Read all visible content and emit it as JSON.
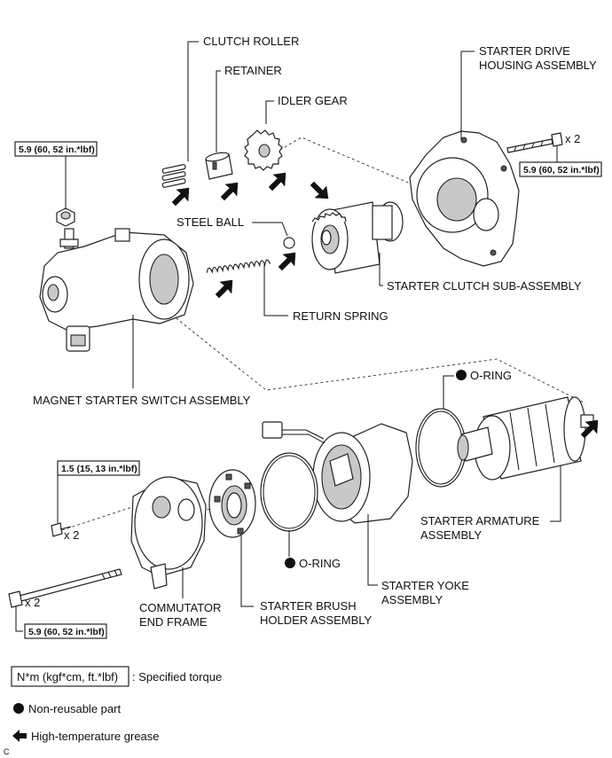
{
  "labels": {
    "clutch_roller": "CLUTCH ROLLER",
    "retainer": "RETAINER",
    "idler_gear": "IDLER GEAR",
    "starter_drive_housing_1": "STARTER DRIVE",
    "starter_drive_housing_2": "HOUSING ASSEMBLY",
    "steel_ball": "STEEL BALL",
    "return_spring": "RETURN SPRING",
    "starter_clutch": "STARTER CLUTCH SUB-ASSEMBLY",
    "magnet_switch": "MAGNET STARTER SWITCH ASSEMBLY",
    "o_ring_top": "O-RING",
    "o_ring_bottom": "O-RING",
    "armature_1": "STARTER ARMATURE",
    "armature_2": "ASSEMBLY",
    "yoke_1": "STARTER YOKE",
    "yoke_2": "ASSEMBLY",
    "brush_holder_1": "STARTER BRUSH",
    "brush_holder_2": "HOLDER ASSEMBLY",
    "commutator_1": "COMMUTATOR",
    "commutator_2": "END FRAME"
  },
  "torque": {
    "switch_nut": "5.9 (60, 52 in.*lbf)",
    "housing_bolt": "5.9 (60, 52 in.*lbf)",
    "end_frame_screw": "1.5 (15, 13 in.*lbf)",
    "through_bolt": "5.9 (60, 52 in.*lbf)"
  },
  "quantities": {
    "housing_bolt": "x 2",
    "end_frame_screw": "x 2",
    "through_bolt": "x 2"
  },
  "legend": {
    "torque_box": "N*m (kgf*cm, ft.*lbf)",
    "torque_desc": ": Specified torque",
    "non_reusable": "Non-reusable part",
    "grease": "High-temperature grease"
  },
  "corner_mark": "C"
}
